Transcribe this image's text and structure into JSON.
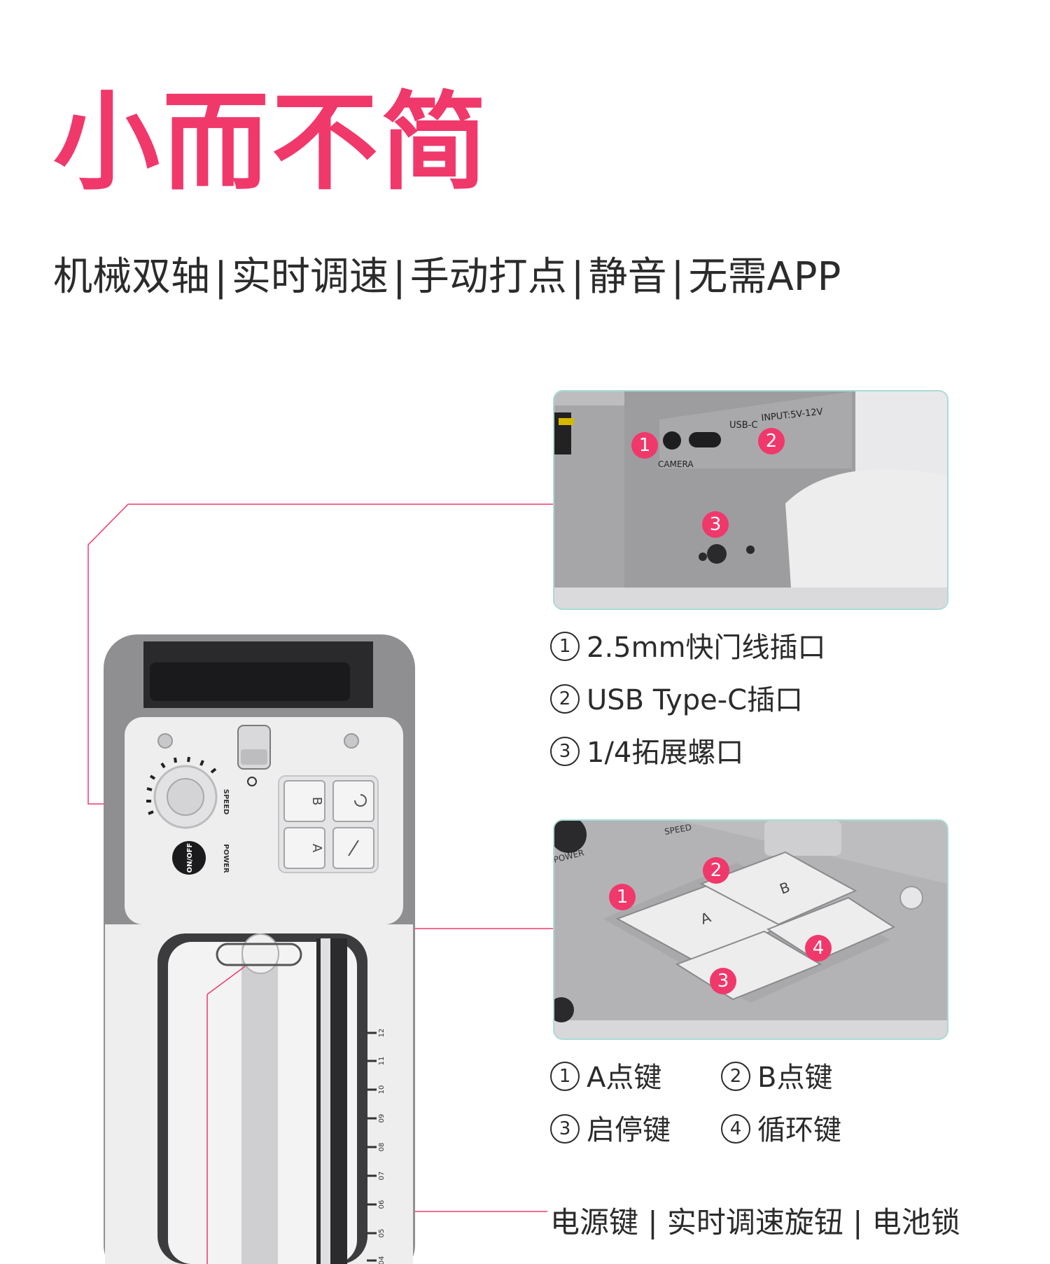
{
  "title": "小而不简",
  "subtitle": [
    "机械双轴",
    "实时调速",
    "手动打点",
    "静音",
    "无需APP"
  ],
  "subtitle_separator": "|",
  "ports_photo": {
    "labels": {
      "camera": "CAMERA",
      "usbc": "USB-C",
      "input": "INPUT:5V-12V"
    },
    "badges": [
      "1",
      "2",
      "3"
    ]
  },
  "ports_list": [
    {
      "num": "1",
      "text": "2.5mm快门线插口"
    },
    {
      "num": "2",
      "text": "USB Type-C插口"
    },
    {
      "num": "3",
      "text": "1/4拓展螺口"
    }
  ],
  "keys_photo": {
    "labels": {
      "power": "POWER",
      "speed": "SPEED",
      "a": "A",
      "b": "B"
    },
    "badges": [
      "1",
      "2",
      "3",
      "4"
    ]
  },
  "keys_list": [
    {
      "num": "1",
      "text": "A点键"
    },
    {
      "num": "2",
      "text": "B点键"
    },
    {
      "num": "3",
      "text": "启停键"
    },
    {
      "num": "4",
      "text": "循环键"
    }
  ],
  "device": {
    "speed_label": "SPEED",
    "power_label": "POWER",
    "onoff_label": "ON/OFF",
    "key_a": "A",
    "key_b": "B",
    "scale": [
      "12",
      "11",
      "10",
      "09",
      "08",
      "07",
      "06",
      "05",
      "04"
    ]
  },
  "bottom_caption": "电源键 | 实时调速旋钮 | 电池锁",
  "colors": {
    "accent": "#f0386b",
    "frame": "#a9dcd4",
    "device_gray": "#8e8e90"
  }
}
